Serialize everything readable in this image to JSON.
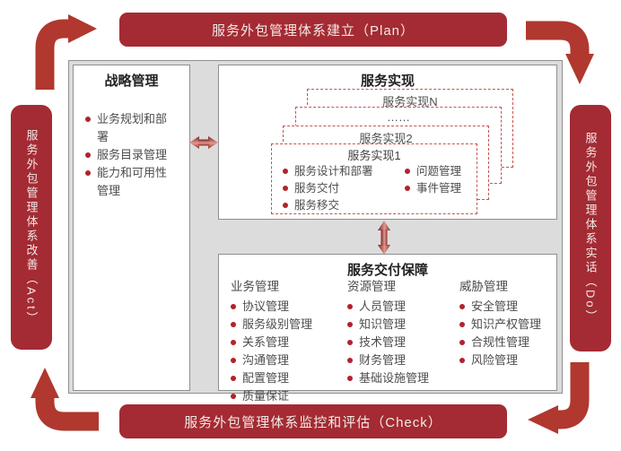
{
  "colors": {
    "banner_red": "#A42B33",
    "arrow_red": "#B0382E",
    "bullet_red": "#B0232B",
    "panel_gray": "#DCDCDC",
    "dashed_red": "#C8534E"
  },
  "banners": {
    "top": "服务外包管理体系建立（Plan）",
    "right": "服务外包管理体系实话（Do）",
    "bottom": "服务外包管理体系监控和评估（Check）",
    "left": "服务外包管理体系改善（Act）"
  },
  "strategy": {
    "title": "战略管理",
    "items": [
      "业务规划和部署",
      "服务目录管理",
      "能力和可用性管理"
    ]
  },
  "realization": {
    "title": "服务实现",
    "stack": [
      "服务实现N",
      "……",
      "服务实现2"
    ],
    "front": {
      "title": "服务实现1",
      "left_items": [
        "服务设计和部署",
        "服务交付",
        "服务移交"
      ],
      "right_items": [
        "问题管理",
        "事件管理"
      ]
    }
  },
  "delivery": {
    "title": "服务交付保障",
    "columns": [
      {
        "header": "业务管理",
        "items": [
          "协议管理",
          "服务级别管理",
          "关系管理",
          "沟通管理",
          "配置管理",
          "质量保证"
        ]
      },
      {
        "header": "资源管理",
        "items": [
          "人员管理",
          "知识管理",
          "技术管理",
          "财务管理",
          "基础设施管理"
        ]
      },
      {
        "header": "威胁管理",
        "items": [
          "安全管理",
          "知识产权管理",
          "合规性管理",
          "风险管理"
        ]
      }
    ]
  }
}
